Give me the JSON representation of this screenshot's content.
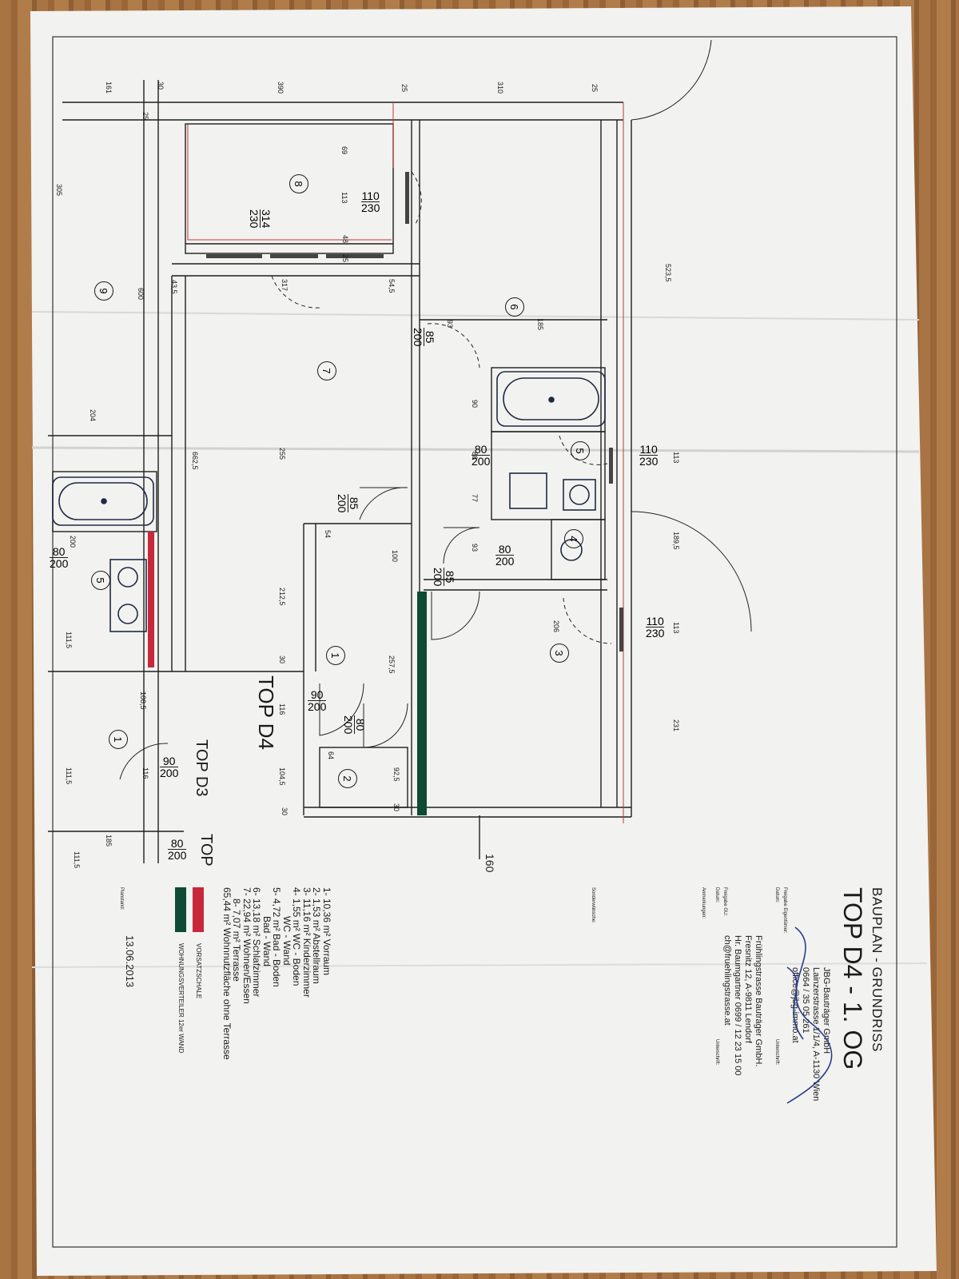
{
  "title_block": {
    "heading": "BAUPLAN - GRUNDRISS",
    "subheading": "TOP D4 - 1. OG",
    "owner_lines": [
      "JBG-Bauträger GmbH",
      "Lainzerstrasse 1/1/4, A-1130 Wien",
      "0664 / 35 05 261",
      "office@jbg-immo.at"
    ],
    "builder_lines": [
      "Frühlingstrasse Bauträger GmbH.",
      "Fresnitz 12, A-9811 Lendorf",
      "Hr. Baumgartner 0699 / 12 23 15 00",
      "ch@fruehlingstrasse.at"
    ],
    "labels": {
      "freigabe_eigentuemer": "Freigabe Eigentümer:",
      "datum": "Datum:",
      "unterschrift": "Unterschrift:",
      "freigabe_gu": "Freigabe GU:",
      "datum2": "Datum:",
      "unterschrift2": "Unterschrift:",
      "anmerkungen": "Anmerkungen:",
      "sonderwuensche": "Sonderwünsche:",
      "planstand": "Planstand:"
    },
    "planstand_date": "13.06.2013"
  },
  "legend": {
    "rooms": [
      "1- 10,36 m² Vorraum",
      "2- 1,53 m² Abstellraum",
      "3- 11,16 m² Kinderzimmer",
      "4- 1,55 m² WC - Boden",
      "WC - Wand",
      "5- 4,72 m² Bad - Boden",
      "Bad - Wand",
      "6- 13,18 m² Schlafzimmer",
      "7- 22,94 m² Wohnen/Essen",
      "8- 7,07 m² Terrasse",
      "65,44 m² Wohnnutzfläche ohne Terrasse"
    ],
    "keys": [
      {
        "label": "VORSATZSCHALE",
        "color": "#c8283c"
      },
      {
        "label": "WOHNUNGSVERTEILER 12er WAND",
        "color": "#0f4a36"
      }
    ]
  },
  "plan": {
    "unit_labels": [
      "TOP D4",
      "TOP D3",
      "TOP"
    ],
    "room_numbers": [
      "1",
      "2",
      "3",
      "4",
      "5",
      "6",
      "7",
      "8",
      "9",
      "1",
      "5"
    ],
    "door_sizes": [
      "110\n230",
      "314\n230",
      "85\n200",
      "80\n200",
      "110\n230",
      "85\n200",
      "80\n200",
      "85\n200",
      "110\n230",
      "90\n200",
      "80\n200",
      "90\n200",
      "80\n200",
      "80\n200"
    ],
    "dimensions": [
      "161",
      "30",
      "390",
      "25",
      "310",
      "25",
      "305",
      "25",
      "69",
      "113",
      "48",
      "25",
      "317",
      "43,5",
      "54,5",
      "523,5",
      "600",
      "93",
      "185",
      "204",
      "90",
      "662,5",
      "255",
      "88",
      "113",
      "77",
      "54",
      "93",
      "189,5",
      "100",
      "212,5",
      "206",
      "113",
      "257,5",
      "30",
      "116",
      "231",
      "64",
      "104,5",
      "92,5",
      "30",
      "30",
      "108,5",
      "111,5",
      "116",
      "185",
      "111,5",
      "160",
      "200",
      "111,5"
    ]
  },
  "colors": {
    "paper": "#f3f3f1",
    "line": "#1e1e1e",
    "red_line": "#c0392b",
    "accent_red": "#c8283c",
    "accent_green": "#0f4a36",
    "signature": "#2a3b8c"
  }
}
